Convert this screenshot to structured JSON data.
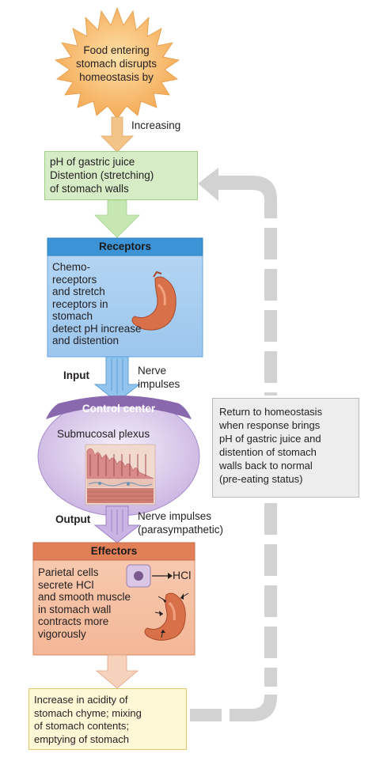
{
  "stimulus": {
    "lines": [
      "Food entering",
      "stomach disrupts",
      "homeostasis by"
    ]
  },
  "increasing_label": "Increasing",
  "stimulus_box": {
    "line1": "pH of gastric juice",
    "line2": "Distention (stretching)",
    "line3": "of stomach walls"
  },
  "receptors": {
    "header": "Receptors",
    "lines": [
      "Chemo-",
      "receptors",
      "and stretch",
      "receptors in",
      "stomach",
      "detect pH increase",
      "and distention"
    ]
  },
  "input": {
    "label": "Input",
    "signal": [
      "Nerve",
      "impulses"
    ]
  },
  "control_center": {
    "header": "Control center",
    "label": "Submucosal plexus"
  },
  "output": {
    "label": "Output",
    "signal": [
      "Nerve impulses",
      "(parasympathetic)"
    ]
  },
  "effectors": {
    "header": "Effectors",
    "lines": [
      "Parietal cells",
      "secrete HCl",
      "and smooth muscle",
      "in stomach wall",
      "contracts more",
      "vigorously"
    ],
    "hcl_label": "HCl"
  },
  "response": {
    "lines": [
      "Increase in acidity of",
      "stomach chyme; mixing",
      "of stomach contents;",
      "emptying of stomach"
    ]
  },
  "return_box": {
    "lines": [
      "Return to homeostasis",
      "when response brings",
      "pH of gastric juice and",
      "distention of stomach",
      "walls back to normal",
      "(pre-eating status)"
    ]
  },
  "colors": {
    "stimulus_star": "#f6b463",
    "stimulus_box": "#d6ecc6",
    "receptors_panel": "#a9cdf0",
    "receptors_header": "#3c94d6",
    "control_center": "#d9c9ea",
    "control_header": "#8a68ae",
    "effectors_panel": "#f6c0a3",
    "effectors_header": "#e17f57",
    "response_box": "#fff7d6",
    "feedback_arrow": "#d2d2d2"
  }
}
